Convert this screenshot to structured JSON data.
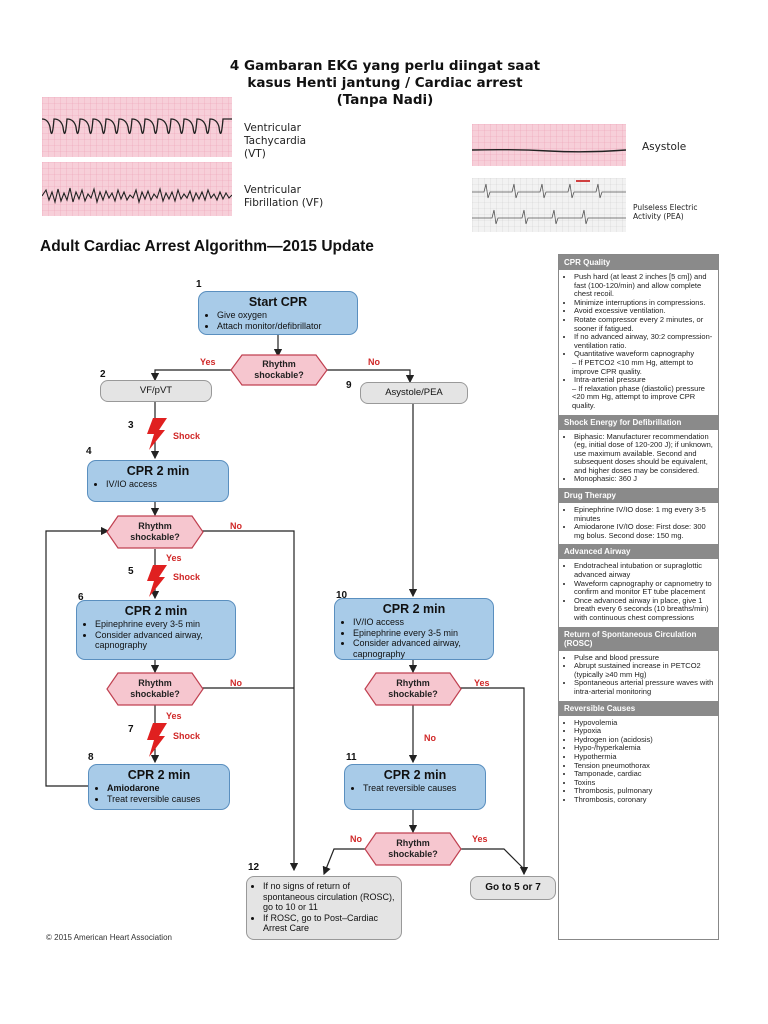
{
  "header": {
    "title_lines": [
      "4 Gambaran EKG yang perlu diingat saat",
      "kasus Henti jantung / Cardiac arrest",
      "(Tanpa Nadi)"
    ]
  },
  "ekg": {
    "vt": [
      "Ventricular",
      "Tachycardia",
      "(VT)"
    ],
    "vf": [
      "Ventricular",
      "Fibrillation (VF)"
    ],
    "asystole": "Asystole",
    "pea": [
      "Pulseless Electric",
      "Activity (PEA)"
    ]
  },
  "algorithm": {
    "title": "Adult Cardiac Arrest Algorithm—2015 Update",
    "start_cpr": {
      "step": "1",
      "title": "Start CPR",
      "items": [
        "Give oxygen",
        "Attach monitor/defibrillator"
      ]
    },
    "rhythm1": {
      "text": [
        "Rhythm",
        "shockable?"
      ],
      "yes": "Yes",
      "no": "No"
    },
    "vf_pvt": {
      "step": "2",
      "label": "VF/pVT"
    },
    "asystole_pea": {
      "step": "9",
      "label": "Asystole/PEA"
    },
    "shock1": {
      "step": "3",
      "label": "Shock"
    },
    "cpr4": {
      "step": "4",
      "title": "CPR 2 min",
      "items": [
        "IV/IO access"
      ]
    },
    "rhythm2": {
      "text": [
        "Rhythm",
        "shockable?"
      ],
      "yes": "Yes",
      "no": "No"
    },
    "shock2": {
      "step": "5",
      "label": "Shock"
    },
    "cpr6": {
      "step": "6",
      "title": "CPR 2 min",
      "items": [
        "Epinephrine every 3-5 min",
        "Consider advanced airway, capnography"
      ],
      "bold_prefix": "Epinephrine"
    },
    "rhythm3": {
      "text": [
        "Rhythm",
        "shockable?"
      ],
      "yes": "Yes",
      "no": "No"
    },
    "shock3": {
      "step": "7",
      "label": "Shock"
    },
    "cpr8": {
      "step": "8",
      "title": "CPR 2 min",
      "items": [
        "Amiodarone",
        "Treat reversible causes"
      ]
    },
    "cpr10": {
      "step": "10",
      "title": "CPR 2 min",
      "items": [
        "IV/IO access",
        "Epinephrine every 3-5 min",
        "Consider advanced airway, capnography"
      ]
    },
    "rhythm4": {
      "text": [
        "Rhythm",
        "shockable?"
      ],
      "yes": "Yes",
      "no": "No"
    },
    "cpr11": {
      "step": "11",
      "title": "CPR 2 min",
      "items": [
        "Treat reversible causes"
      ]
    },
    "rhythm5": {
      "text": [
        "Rhythm",
        "shockable?"
      ],
      "yes": "Yes",
      "no": "No"
    },
    "step12": {
      "step": "12",
      "items": [
        "If no signs of return of spontaneous circulation (ROSC), go to 10 or 11",
        "If ROSC, go to Post–Cardiac Arrest Care"
      ]
    },
    "goto": "Go to 5 or 7",
    "copyright": "© 2015 American Heart Association"
  },
  "sidebar": {
    "cpr_quality": {
      "title": "CPR Quality",
      "items": [
        "Push hard (at least 2 inches [5 cm]) and fast (100-120/min) and allow complete chest recoil.",
        "Minimize interruptions in compressions.",
        "Avoid excessive ventilation.",
        "Rotate compressor every 2 minutes, or sooner if fatigued.",
        "If no advanced airway, 30:2 compression-ventilation ratio.",
        "Quantitative waveform capnography",
        "– If PETCO2 <10 mm Hg, attempt to improve CPR quality.",
        "Intra-arterial pressure",
        "– If relaxation phase (diastolic) pressure <20 mm Hg, attempt to improve CPR quality."
      ]
    },
    "shock_energy": {
      "title": "Shock Energy for Defibrillation",
      "items": [
        "Biphasic: Manufacturer recommendation (eg, initial dose of 120-200 J); if unknown, use maximum available. Second and subsequent doses should be equivalent, and higher doses may be considered.",
        "Monophasic: 360 J"
      ]
    },
    "drug_therapy": {
      "title": "Drug Therapy",
      "items": [
        "Epinephrine IV/IO dose: 1 mg every 3-5 minutes",
        "Amiodarone IV/IO dose: First dose: 300 mg bolus. Second dose: 150 mg."
      ]
    },
    "advanced_airway": {
      "title": "Advanced Airway",
      "items": [
        "Endotracheal intubation or supraglottic advanced airway",
        "Waveform capnography or capnometry to confirm and monitor ET tube placement",
        "Once advanced airway in place, give 1 breath every 6 seconds (10 breaths/min) with continuous chest compressions"
      ]
    },
    "rosc": {
      "title": "Return of Spontaneous Circulation (ROSC)",
      "items": [
        "Pulse and blood pressure",
        "Abrupt sustained increase in PETCO2 (typically ≥40 mm Hg)",
        "Spontaneous arterial pressure waves with intra-arterial monitoring"
      ]
    },
    "reversible": {
      "title": "Reversible Causes",
      "items": [
        "Hypovolemia",
        "Hypoxia",
        "Hydrogen ion (acidosis)",
        "Hypo-/hyperkalemia",
        "Hypothermia",
        "Tension pneumothorax",
        "Tamponade, cardiac",
        "Toxins",
        "Thrombosis, pulmonary",
        "Thrombosis, coronary"
      ]
    }
  }
}
